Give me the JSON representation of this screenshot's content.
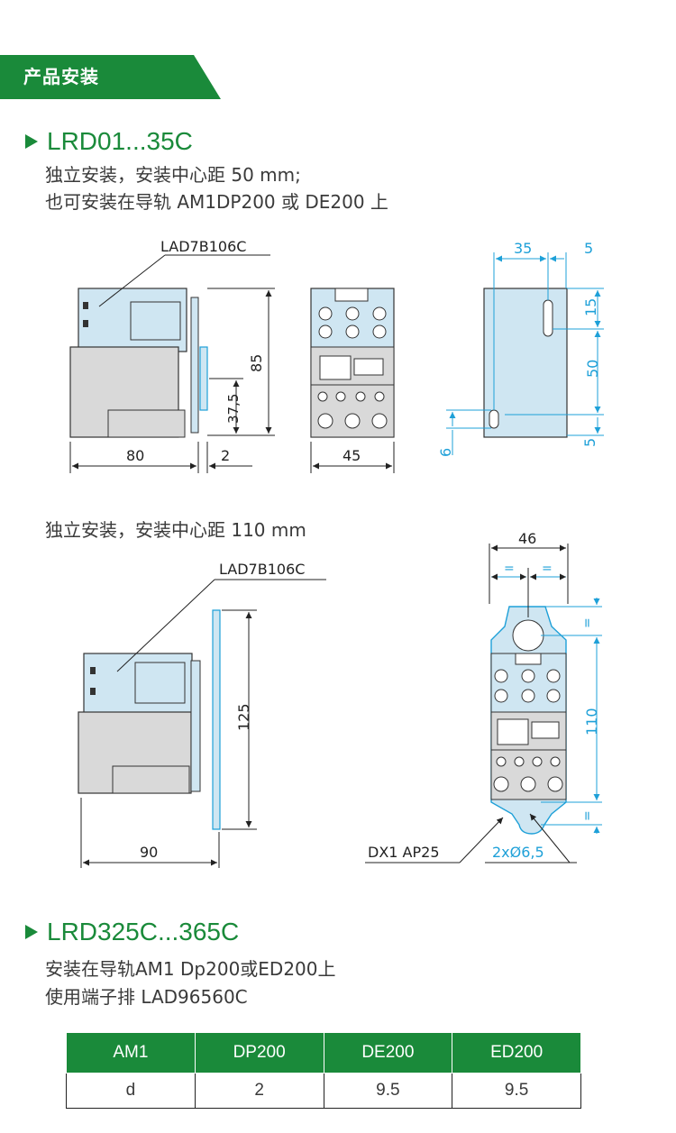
{
  "header": {
    "title": "产品安装",
    "band_color": "#1a8a3a"
  },
  "sections": [
    {
      "title": "LRD01...35C",
      "lines": [
        "独立安装，安装中心距 50 mm;",
        "也可安装在导轨 AM1DP200 或 DE200 上"
      ]
    },
    {
      "title": "LRD325C...365C",
      "lines": [
        "安装在导轨AM1 Dp200或ED200上",
        "使用端子排 LAD96560C"
      ]
    }
  ],
  "diagram1": {
    "part_label": "LAD7B106C",
    "dims": {
      "width": "80",
      "gap": "2",
      "height": "85",
      "rail": "37,5",
      "front_width": "45",
      "mount_width": "35",
      "mount_edge": "5",
      "top_offset": "15",
      "hole_pitch": "50",
      "bottom_offset": "5",
      "hole_dia": "6"
    }
  },
  "mount2_text": "独立安装，安装中心距 110 mm",
  "diagram2": {
    "part_label": "LAD7B106C",
    "dims": {
      "width": "90",
      "height": "125",
      "plate_width": "46",
      "half": "=",
      "pitch": "110"
    },
    "screw_label": "DX1 AP25",
    "hole_label": "2xØ6,5"
  },
  "table": {
    "headers": [
      "AM1",
      "DP200",
      "DE200",
      "ED200"
    ],
    "rows": [
      [
        "d",
        "2",
        "9.5",
        "9.5"
      ]
    ]
  },
  "colors": {
    "green": "#1a8a3a",
    "blue": "#1ea0d8",
    "device_light": "#cfe6f2",
    "device_grey": "#d9d9d9"
  }
}
